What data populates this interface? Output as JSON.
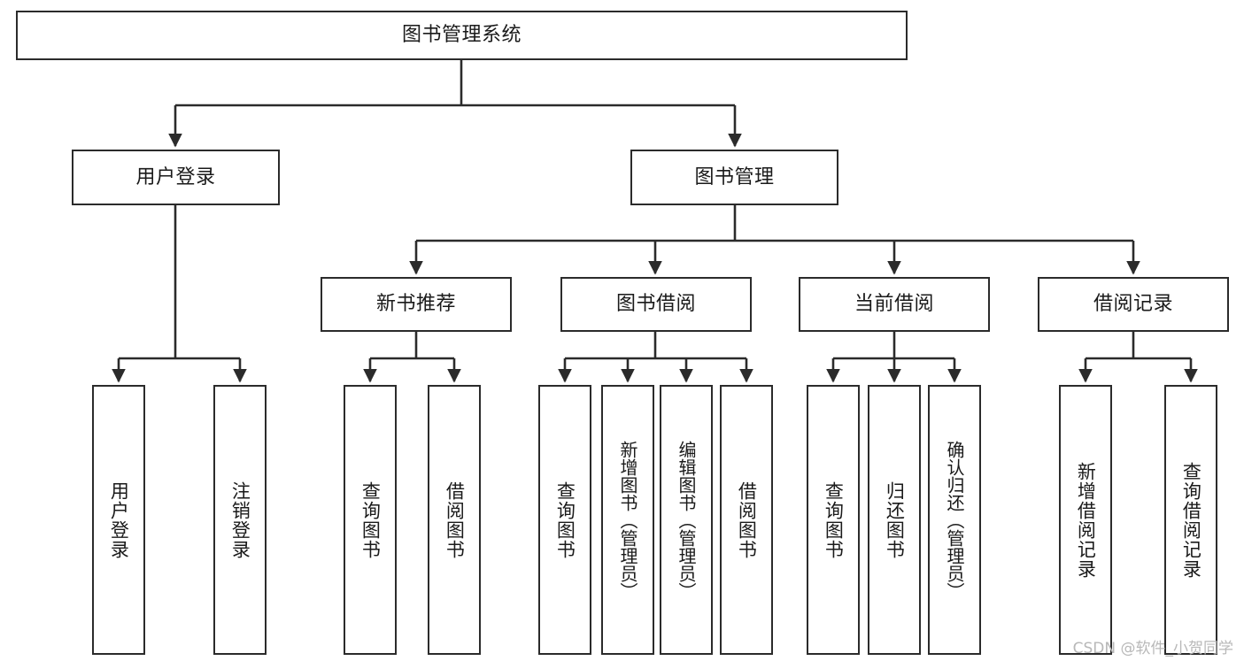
{
  "diagram": {
    "title": "图书管理系统",
    "watermark": "CSDN @软件_小贺同学",
    "line_color": "#2b2b2b",
    "box_fill": "#ffffff",
    "text_color": "#1a1a1a",
    "watermark_color": "#b8b8b8"
  },
  "nodes": {
    "root": {
      "label": "图书管理系统"
    },
    "level2": [
      {
        "label": "用户登录"
      },
      {
        "label": "图书管理"
      }
    ],
    "level3": [
      {
        "label": "新书推荐"
      },
      {
        "label": "图书借阅"
      },
      {
        "label": "当前借阅"
      },
      {
        "label": "借阅记录"
      }
    ],
    "leaves": {
      "user_login": [
        {
          "label": "用户登录"
        },
        {
          "label": "注销登录"
        }
      ],
      "new_book_recommend": [
        {
          "label": "查询图书"
        },
        {
          "label": "借阅图书"
        }
      ],
      "book_borrow": [
        {
          "label": "查询图书"
        },
        {
          "label": "新增图书（管理员）"
        },
        {
          "label": "编辑图书（管理员）"
        },
        {
          "label": "借阅图书"
        }
      ],
      "current_borrow": [
        {
          "label": "查询图书"
        },
        {
          "label": "归还图书"
        },
        {
          "label": "确认归还（管理员）"
        }
      ],
      "borrow_record": [
        {
          "label": "新增借阅记录"
        },
        {
          "label": "查询借阅记录"
        }
      ]
    }
  }
}
